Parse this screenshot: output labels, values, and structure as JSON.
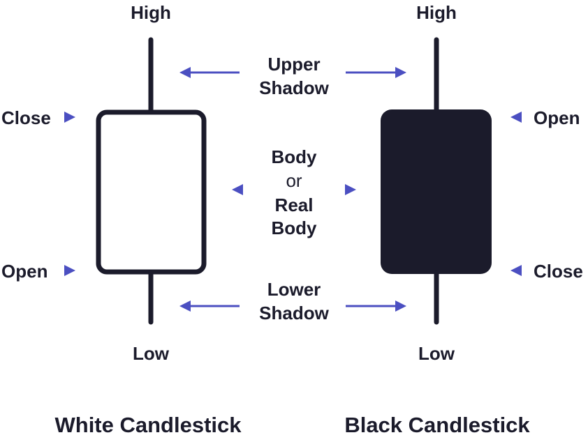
{
  "colors": {
    "ink": "#1b1b2b",
    "arrow": "#4b4fc1",
    "white_body_fill": "#ffffff",
    "black_body_fill": "#1b1b2b"
  },
  "white_candle": {
    "high_label": "High",
    "low_label": "Low",
    "close_label": "Close",
    "open_label": "Open",
    "caption": "White Candlestick"
  },
  "black_candle": {
    "high_label": "High",
    "low_label": "Low",
    "open_label": "Open",
    "close_label": "Close",
    "caption": "Black Candlestick"
  },
  "center": {
    "upper_shadow_line1": "Upper",
    "upper_shadow_line2": "Shadow",
    "body_line1": "Body",
    "body_line2": "or",
    "body_line3": "Real",
    "body_line4": "Body",
    "lower_shadow_line1": "Lower",
    "lower_shadow_line2": "Shadow"
  },
  "icons": {
    "pointer": "triangle-arrowhead-icon",
    "double_arrow": "long-arrow-icon"
  }
}
